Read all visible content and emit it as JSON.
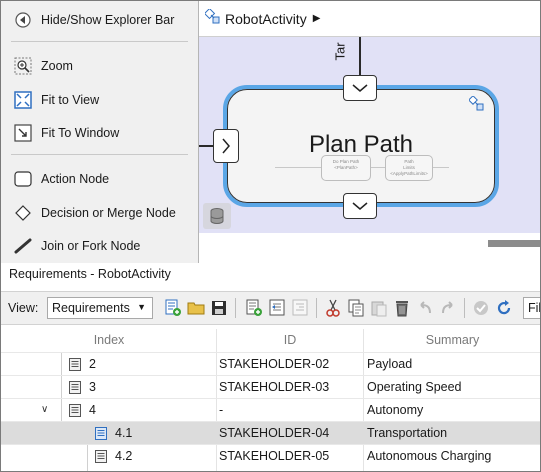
{
  "palette": {
    "items": [
      {
        "label": "Hide/Show Explorer Bar",
        "icon": "hide-show-explorer-icon"
      },
      {
        "label": "Zoom",
        "icon": "zoom-icon"
      },
      {
        "label": "Fit to View",
        "icon": "fit-to-view-icon"
      },
      {
        "label": "Fit To Window",
        "icon": "fit-to-window-icon"
      },
      {
        "label": "Action Node",
        "icon": "action-node-icon"
      },
      {
        "label": "Decision or Merge Node",
        "icon": "decision-node-icon"
      },
      {
        "label": "Join or Fork Node",
        "icon": "join-fork-node-icon"
      }
    ]
  },
  "canvas": {
    "breadcrumb": "RobotActivity",
    "flow_label": "Tar",
    "node_title": "Plan Path",
    "mini_node_1": "Do Plan Path\n<PlanPath>",
    "mini_node_2": "Path\nLimits\n<ApplyPathLimits>",
    "accent_color": "#5aa6e6",
    "background_color": "#e1e1f6"
  },
  "requirements": {
    "title": "Requirements - RobotActivity",
    "view_label": "View:",
    "view_value": "Requirements",
    "filter_value": "Fil",
    "columns": [
      "Index",
      "ID",
      "Summary"
    ],
    "rows": [
      {
        "index": "2",
        "id": "STAKEHOLDER-02",
        "summary": "Payload",
        "level": 1,
        "expander": "",
        "selected": false
      },
      {
        "index": "3",
        "id": "STAKEHOLDER-03",
        "summary": "Operating Speed",
        "level": 1,
        "expander": "",
        "selected": false
      },
      {
        "index": "4",
        "id": "-",
        "summary": "Autonomy",
        "level": 1,
        "expander": "∨",
        "selected": false
      },
      {
        "index": "4.1",
        "id": "STAKEHOLDER-04",
        "summary": "Transportation",
        "level": 2,
        "expander": "",
        "selected": true
      },
      {
        "index": "4.2",
        "id": "STAKEHOLDER-05",
        "summary": "Autonomous Charging",
        "level": 2,
        "expander": "",
        "selected": false
      }
    ]
  }
}
